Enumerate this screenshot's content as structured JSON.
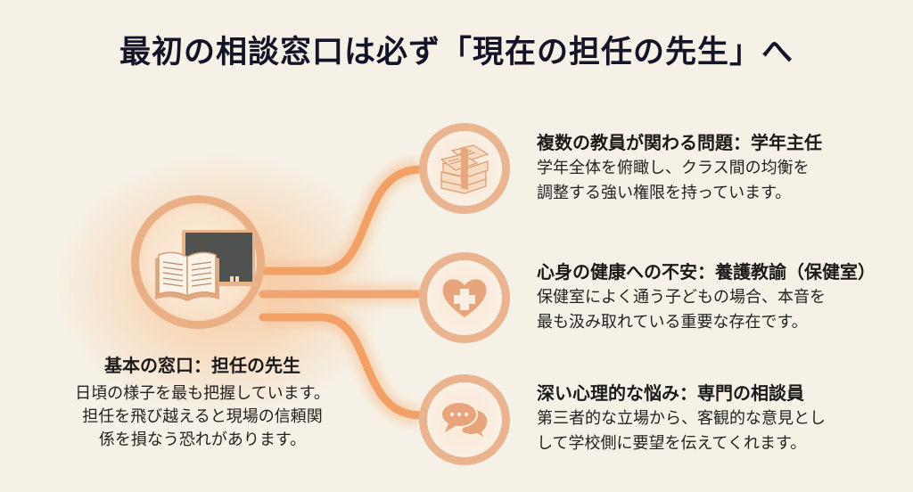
{
  "title": "最初の相談窓口は必ず「現在の担任の先生」へ",
  "colors": {
    "background": "#f6f1e6",
    "accent_orange": "#f2a066",
    "ring": "#e9b48f",
    "chalkboard": "#4f504e",
    "text": "#1a1a1a"
  },
  "main": {
    "icon": "chalkboard-book-icon",
    "heading": "基本の窓口：担任の先生",
    "description": "日頃の様子を最も把握しています。\n担任を飛び越えると現場の信頼関\n係を損なう恐れがあります。"
  },
  "items": [
    {
      "icon": "paper-stack-icon",
      "heading": "複数の教員が関わる問題：学年主任",
      "description": "学年全体を俯瞰し、クラス間の均衡を\n調整する強い権限を持っています。"
    },
    {
      "icon": "heart-cross-icon",
      "heading": "心身の健康への不安：養護教諭（保健室）",
      "description": "保健室によく通う子どもの場合、本音を\n最も汲み取れている重要な存在です。"
    },
    {
      "icon": "chat-bubbles-icon",
      "heading": "深い心理的な悩み：専門の相談員",
      "description": "第三者的な立場から、客観的な意見とし\nして学校側に要望を伝えてくれます。"
    }
  ]
}
